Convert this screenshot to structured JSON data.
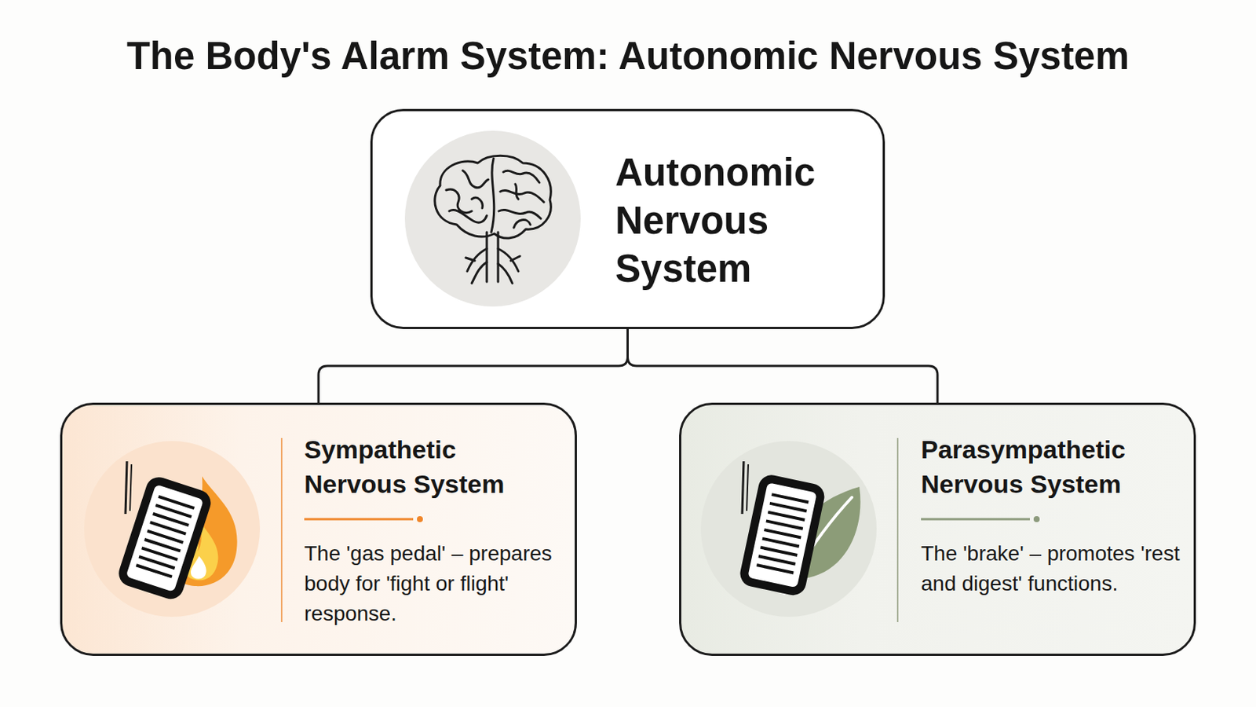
{
  "diagram": {
    "title": "The Body's Alarm System: Autonomic Nervous System",
    "nodes": [
      {
        "text": [
          "Autonomic Nervous System"
        ]
      },
      {
        "text": [
          "Sympathetic Nervous System",
          "The 'gas pedal' – prepares body for 'fight or flight' response."
        ]
      },
      {
        "text": [
          "Parasympathetic Nervous System",
          "The 'brake' – promotes 'rest and digest' functions."
        ]
      }
    ],
    "edges": [
      {
        "from": 0,
        "to": 1,
        "arrow": "none"
      },
      {
        "from": 0,
        "to": 2,
        "arrow": "none"
      }
    ]
  }
}
